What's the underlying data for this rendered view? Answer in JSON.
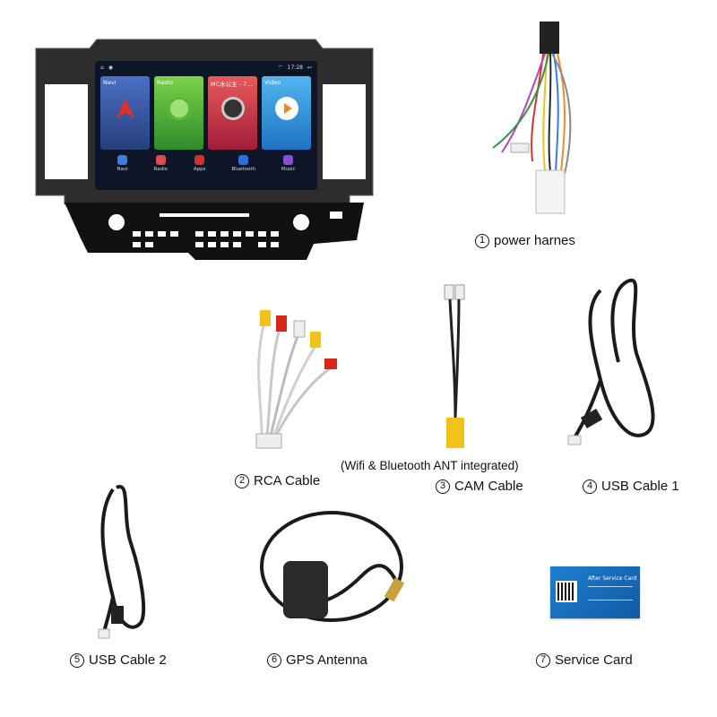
{
  "screen": {
    "status_time": "17:28",
    "tiles": [
      {
        "label": "Navi"
      },
      {
        "label": "Radio"
      },
      {
        "label": "MC水公主 - 7..."
      },
      {
        "label": "Video"
      }
    ],
    "dock": [
      "Navi",
      "Radio",
      "Apps",
      "Bluetooth",
      "Music"
    ]
  },
  "items": {
    "power_harness": {
      "num": "1",
      "label": "power harnes"
    },
    "rca_cable": {
      "num": "2",
      "label": "RCA Cable"
    },
    "cam_cable": {
      "num": "3",
      "label": "CAM Cable"
    },
    "usb_cable_1": {
      "num": "4",
      "label": "USB Cable 1"
    },
    "usb_cable_2": {
      "num": "5",
      "label": "USB Cable 2"
    },
    "gps_antenna": {
      "num": "6",
      "label": "GPS Antenna"
    },
    "service_card": {
      "num": "7",
      "label": "Service Card"
    }
  },
  "note": "(Wifi & Bluetooth ANT integrated)",
  "service_card_title": "After Service Card",
  "colors": {
    "frame": "#2b2b2b",
    "rca_red": "#d8261c",
    "rca_yellow": "#f2c21a",
    "rca_white": "#eeeeee",
    "card_blue": "#1e7fd1"
  }
}
